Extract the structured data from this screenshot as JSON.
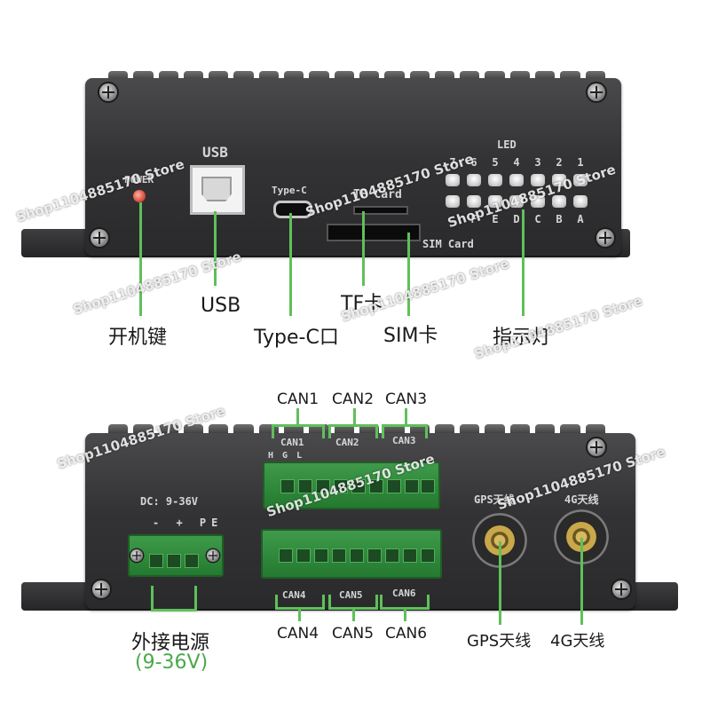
{
  "top_panel": {
    "power_silk": "POWER",
    "usb_silk": "USB",
    "typec_silk": "Type-C",
    "tf_silk": "TF Card",
    "sim_silk": "SIM Card",
    "led_silk": "LED",
    "led_numbers": [
      "7",
      "6",
      "5",
      "4",
      "3",
      "2",
      "1"
    ],
    "led_letters": [
      "F",
      "E",
      "D",
      "C",
      "B",
      "A"
    ]
  },
  "top_labels": {
    "power": "开机键",
    "usb": "USB",
    "typec": "Type-C口",
    "tf": "TF卡",
    "sim": "SIM卡",
    "led": "指示灯"
  },
  "bottom_panel": {
    "dc_silk": "DC: 9-36V",
    "polarity_silk": "- + PE",
    "can_top_silk": [
      "CAN1",
      "CAN2",
      "CAN3"
    ],
    "can_bottom_silk": [
      "CAN4",
      "CAN5",
      "CAN6"
    ],
    "gps_silk": "GPS天线",
    "g4_silk": "4G天线",
    "hgl": "H G L"
  },
  "bottom_labels": {
    "can_top": [
      "CAN1",
      "CAN2",
      "CAN3"
    ],
    "can_bottom": [
      "CAN4",
      "CAN5",
      "CAN6"
    ],
    "power": "外接电源",
    "voltage": "(9-36V)",
    "gps": "GPS天线",
    "g4": "4G天线"
  },
  "watermark": "Shop1104885170 Store",
  "colors": {
    "leader": "#5fc05a",
    "voltage_text": "#4aa84a"
  }
}
